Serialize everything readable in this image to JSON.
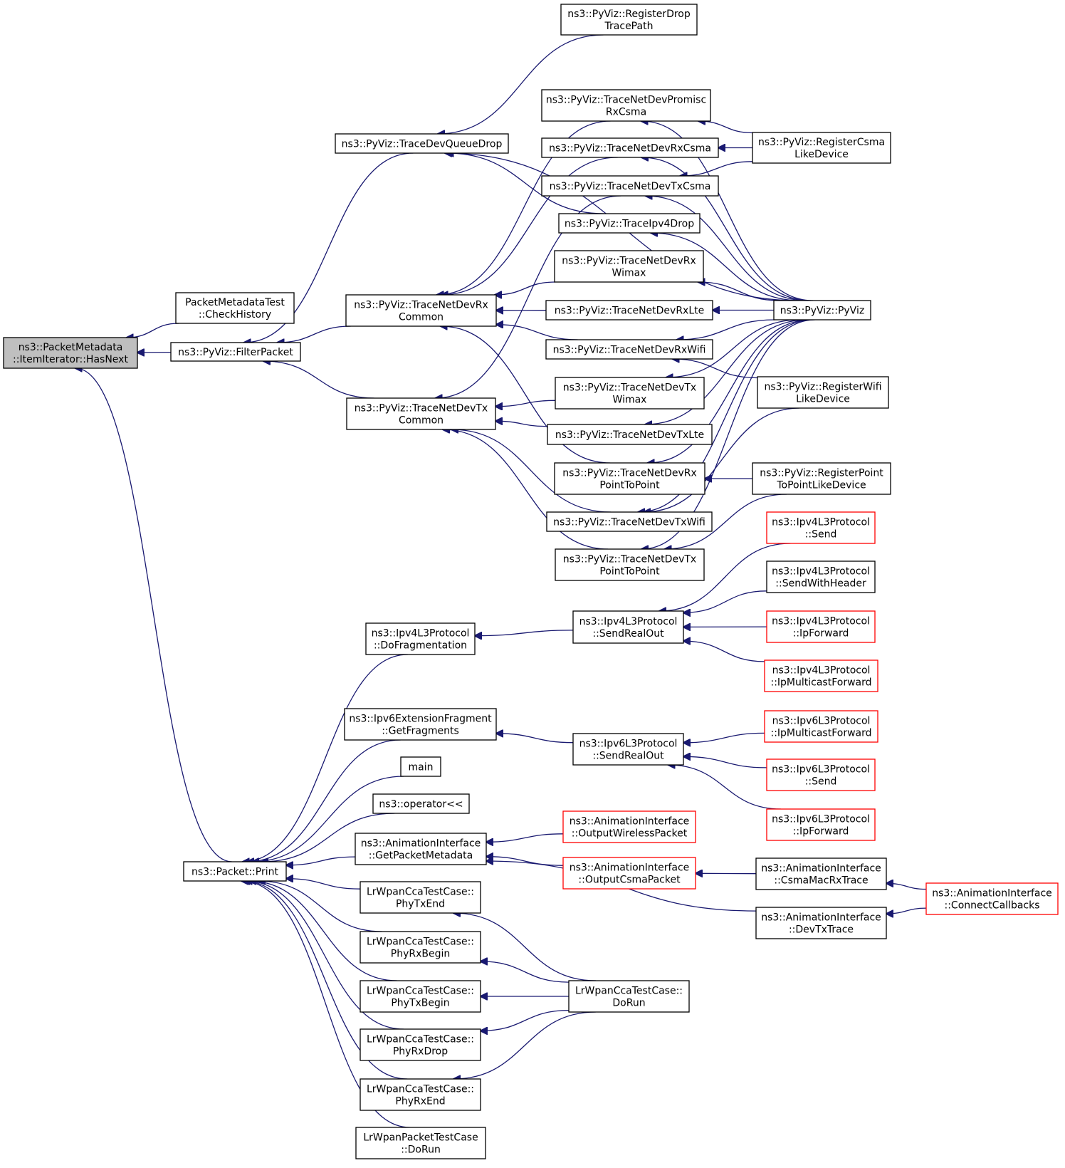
{
  "colors": {
    "edge": "#191970",
    "node_border": "#000000",
    "node_border_incomplete": "#ff0000",
    "root_fill": "#bfbfbf",
    "node_fill": "#ffffff"
  },
  "nodes": [
    {
      "id": "root",
      "lines": [
        "ns3::PacketMetadata",
        "::ItemIterator::HasNext"
      ],
      "style": "root"
    },
    {
      "id": "pmt_checkhistory",
      "lines": [
        "PacketMetadataTest",
        "::CheckHistory"
      ]
    },
    {
      "id": "filterpacket",
      "lines": [
        "ns3::PyViz::FilterPacket"
      ]
    },
    {
      "id": "tracedevqueuedrop",
      "lines": [
        "ns3::PyViz::TraceDevQueueDrop"
      ]
    },
    {
      "id": "netdevrxcommon",
      "lines": [
        "ns3::PyViz::TraceNetDevRx",
        "Common"
      ]
    },
    {
      "id": "netdevtxcommon",
      "lines": [
        "ns3::PyViz::TraceNetDevTx",
        "Common"
      ]
    },
    {
      "id": "registerdroptracepath",
      "lines": [
        "ns3::PyViz::RegisterDrop",
        "TracePath"
      ]
    },
    {
      "id": "netdevpromiscrxcsma",
      "lines": [
        "ns3::PyViz::TraceNetDevPromisc",
        "RxCsma"
      ]
    },
    {
      "id": "netdevrxcsma",
      "lines": [
        "ns3::PyViz::TraceNetDevRxCsma"
      ]
    },
    {
      "id": "netdevtxcsma",
      "lines": [
        "ns3::PyViz::TraceNetDevTxCsma"
      ]
    },
    {
      "id": "traceipv4drop",
      "lines": [
        "ns3::PyViz::TraceIpv4Drop"
      ]
    },
    {
      "id": "netdevrxwimax",
      "lines": [
        "ns3::PyViz::TraceNetDevRx",
        "Wimax"
      ]
    },
    {
      "id": "netdevrxlte",
      "lines": [
        "ns3::PyViz::TraceNetDevRxLte"
      ]
    },
    {
      "id": "netdevrxwifi",
      "lines": [
        "ns3::PyViz::TraceNetDevRxWifi"
      ]
    },
    {
      "id": "netdevtxwimax",
      "lines": [
        "ns3::PyViz::TraceNetDevTx",
        "Wimax"
      ]
    },
    {
      "id": "netdevtxlte",
      "lines": [
        "ns3::PyViz::TraceNetDevTxLte"
      ]
    },
    {
      "id": "netdevrxp2p",
      "lines": [
        "ns3::PyViz::TraceNetDevRx",
        "PointToPoint"
      ]
    },
    {
      "id": "netdevtxwifi",
      "lines": [
        "ns3::PyViz::TraceNetDevTxWifi"
      ]
    },
    {
      "id": "netdevtxp2p",
      "lines": [
        "ns3::PyViz::TraceNetDevTx",
        "PointToPoint"
      ]
    },
    {
      "id": "registercsma",
      "lines": [
        "ns3::PyViz::RegisterCsma",
        "LikeDevice"
      ]
    },
    {
      "id": "pyviz",
      "lines": [
        "ns3::PyViz::PyViz"
      ]
    },
    {
      "id": "registerwifi",
      "lines": [
        "ns3::PyViz::RegisterWifi",
        "LikeDevice"
      ]
    },
    {
      "id": "registerp2p",
      "lines": [
        "ns3::PyViz::RegisterPoint",
        "ToPointLikeDevice"
      ]
    },
    {
      "id": "packetprint",
      "lines": [
        "ns3::Packet::Print"
      ]
    },
    {
      "id": "ipv4dofrag",
      "lines": [
        "ns3::Ipv4L3Protocol",
        "::DoFragmentation"
      ]
    },
    {
      "id": "ipv6getfrag",
      "lines": [
        "ns3::Ipv6ExtensionFragment",
        "::GetFragments"
      ]
    },
    {
      "id": "main",
      "lines": [
        "main"
      ]
    },
    {
      "id": "operator",
      "lines": [
        "ns3::operator<<"
      ]
    },
    {
      "id": "aigetpacketmeta",
      "lines": [
        "ns3::AnimationInterface",
        "::GetPacketMetadata"
      ]
    },
    {
      "id": "lrphytxend",
      "lines": [
        "LrWpanCcaTestCase::",
        "PhyTxEnd"
      ]
    },
    {
      "id": "lrphyrxbegin",
      "lines": [
        "LrWpanCcaTestCase::",
        "PhyRxBegin"
      ]
    },
    {
      "id": "lrphytxbegin",
      "lines": [
        "LrWpanCcaTestCase::",
        "PhyTxBegin"
      ]
    },
    {
      "id": "lrphyrxdrop",
      "lines": [
        "LrWpanCcaTestCase::",
        "PhyRxDrop"
      ]
    },
    {
      "id": "lrphyrxend",
      "lines": [
        "LrWpanCcaTestCase::",
        "PhyRxEnd"
      ]
    },
    {
      "id": "lrpacketdorun",
      "lines": [
        "LrWpanPacketTestCase",
        "::DoRun"
      ]
    },
    {
      "id": "ipv4sendrealout",
      "lines": [
        "ns3::Ipv4L3Protocol",
        "::SendRealOut"
      ]
    },
    {
      "id": "ipv6sendrealout",
      "lines": [
        "ns3::Ipv6L3Protocol",
        "::SendRealOut"
      ]
    },
    {
      "id": "aioutwireless",
      "lines": [
        "ns3::AnimationInterface",
        "::OutputWirelessPacket"
      ],
      "style": "red"
    },
    {
      "id": "aioutcsma",
      "lines": [
        "ns3::AnimationInterface",
        "::OutputCsmaPacket"
      ],
      "style": "red"
    },
    {
      "id": "lrccadorun",
      "lines": [
        "LrWpanCcaTestCase::",
        "DoRun"
      ]
    },
    {
      "id": "ipv4send",
      "lines": [
        "ns3::Ipv4L3Protocol",
        "::Send"
      ],
      "style": "red"
    },
    {
      "id": "ipv4sendwithheader",
      "lines": [
        "ns3::Ipv4L3Protocol",
        "::SendWithHeader"
      ]
    },
    {
      "id": "ipv4ipforward",
      "lines": [
        "ns3::Ipv4L3Protocol",
        "::IpForward"
      ],
      "style": "red"
    },
    {
      "id": "ipv4ipmcast",
      "lines": [
        "ns3::Ipv4L3Protocol",
        "::IpMulticastForward"
      ],
      "style": "red"
    },
    {
      "id": "ipv6ipmcast",
      "lines": [
        "ns3::Ipv6L3Protocol",
        "::IpMulticastForward"
      ],
      "style": "red"
    },
    {
      "id": "ipv6send",
      "lines": [
        "ns3::Ipv6L3Protocol",
        "::Send"
      ],
      "style": "red"
    },
    {
      "id": "ipv6ipforward",
      "lines": [
        "ns3::Ipv6L3Protocol",
        "::IpForward"
      ],
      "style": "red"
    },
    {
      "id": "aicsmamacrx",
      "lines": [
        "ns3::AnimationInterface",
        "::CsmaMacRxTrace"
      ]
    },
    {
      "id": "aidevtxtrace",
      "lines": [
        "ns3::AnimationInterface",
        "::DevTxTrace"
      ]
    },
    {
      "id": "aiconnectcb",
      "lines": [
        "ns3::AnimationInterface",
        "::ConnectCallbacks"
      ],
      "style": "red"
    }
  ],
  "edges": [
    [
      "root",
      "pmt_checkhistory"
    ],
    [
      "root",
      "filterpacket"
    ],
    [
      "root",
      "packetprint"
    ],
    [
      "filterpacket",
      "tracedevqueuedrop"
    ],
    [
      "filterpacket",
      "netdevrxcommon"
    ],
    [
      "filterpacket",
      "netdevtxcommon"
    ],
    [
      "tracedevqueuedrop",
      "registerdroptracepath"
    ],
    [
      "tracedevqueuedrop",
      "pyviz"
    ],
    [
      "tracedevqueuedrop",
      "traceipv4drop"
    ],
    [
      "netdevrxcommon",
      "netdevpromiscrxcsma"
    ],
    [
      "netdevrxcommon",
      "netdevrxcsma"
    ],
    [
      "netdevrxcommon",
      "netdevrxwimax"
    ],
    [
      "netdevrxcommon",
      "netdevrxlte"
    ],
    [
      "netdevrxcommon",
      "netdevrxwifi"
    ],
    [
      "netdevrxcommon",
      "netdevrxp2p"
    ],
    [
      "netdevtxcommon",
      "netdevtxcsma"
    ],
    [
      "netdevtxcommon",
      "netdevtxwimax"
    ],
    [
      "netdevtxcommon",
      "netdevtxlte"
    ],
    [
      "netdevtxcommon",
      "netdevtxwifi"
    ],
    [
      "netdevtxcommon",
      "netdevtxp2p"
    ],
    [
      "netdevpromiscrxcsma",
      "registercsma"
    ],
    [
      "netdevpromiscrxcsma",
      "pyviz"
    ],
    [
      "netdevrxcsma",
      "registercsma"
    ],
    [
      "netdevrxcsma",
      "pyviz"
    ],
    [
      "netdevtxcsma",
      "registercsma"
    ],
    [
      "netdevtxcsma",
      "pyviz"
    ],
    [
      "traceipv4drop",
      "pyviz"
    ],
    [
      "netdevrxwimax",
      "pyviz"
    ],
    [
      "netdevrxlte",
      "pyviz"
    ],
    [
      "netdevrxwifi",
      "pyviz"
    ],
    [
      "netdevrxwifi",
      "registerwifi"
    ],
    [
      "netdevtxwimax",
      "pyviz"
    ],
    [
      "netdevtxlte",
      "pyviz"
    ],
    [
      "netdevrxp2p",
      "pyviz"
    ],
    [
      "netdevrxp2p",
      "registerp2p"
    ],
    [
      "netdevtxwifi",
      "pyviz"
    ],
    [
      "netdevtxwifi",
      "registerwifi"
    ],
    [
      "netdevtxp2p",
      "pyviz"
    ],
    [
      "netdevtxp2p",
      "registerp2p"
    ],
    [
      "packetprint",
      "ipv4dofrag"
    ],
    [
      "packetprint",
      "ipv6getfrag"
    ],
    [
      "packetprint",
      "main"
    ],
    [
      "packetprint",
      "operator"
    ],
    [
      "packetprint",
      "aigetpacketmeta"
    ],
    [
      "packetprint",
      "lrphytxend"
    ],
    [
      "packetprint",
      "lrphyrxbegin"
    ],
    [
      "packetprint",
      "lrphytxbegin"
    ],
    [
      "packetprint",
      "lrphyrxdrop"
    ],
    [
      "packetprint",
      "lrphyrxend"
    ],
    [
      "packetprint",
      "lrpacketdorun"
    ],
    [
      "ipv4dofrag",
      "ipv4sendrealout"
    ],
    [
      "ipv4sendrealout",
      "ipv4send"
    ],
    [
      "ipv4sendrealout",
      "ipv4sendwithheader"
    ],
    [
      "ipv4sendrealout",
      "ipv4ipforward"
    ],
    [
      "ipv4sendrealout",
      "ipv4ipmcast"
    ],
    [
      "ipv6getfrag",
      "ipv6sendrealout"
    ],
    [
      "ipv6sendrealout",
      "ipv6ipmcast"
    ],
    [
      "ipv6sendrealout",
      "ipv6send"
    ],
    [
      "ipv6sendrealout",
      "ipv6ipforward"
    ],
    [
      "aigetpacketmeta",
      "aioutwireless"
    ],
    [
      "aigetpacketmeta",
      "aioutcsma"
    ],
    [
      "aigetpacketmeta",
      "aidevtxtrace"
    ],
    [
      "aioutcsma",
      "aicsmamacrx"
    ],
    [
      "aicsmamacrx",
      "aiconnectcb"
    ],
    [
      "aidevtxtrace",
      "aiconnectcb"
    ],
    [
      "lrphytxend",
      "lrccadorun"
    ],
    [
      "lrphyrxbegin",
      "lrccadorun"
    ],
    [
      "lrphytxbegin",
      "lrccadorun"
    ],
    [
      "lrphyrxdrop",
      "lrccadorun"
    ],
    [
      "lrphyrxend",
      "lrccadorun"
    ]
  ]
}
